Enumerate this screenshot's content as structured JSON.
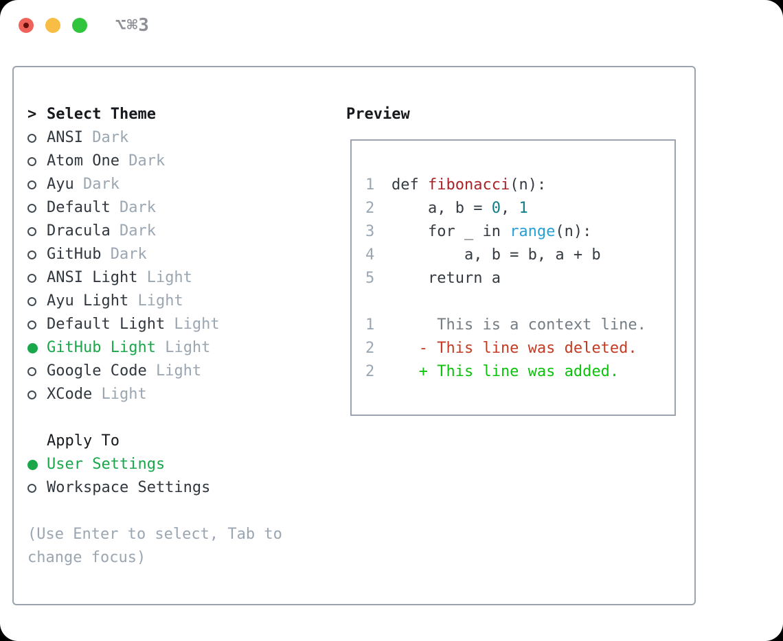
{
  "window": {
    "title": "⌥⌘3",
    "traffic_lights": [
      "close",
      "minimize",
      "zoom"
    ],
    "colors": {
      "close": "#f0635a",
      "minimize": "#f7bd45",
      "zoom": "#30c53c",
      "selection_green": "#19a74a",
      "border_gray": "#9aa3ae",
      "muted_gray": "#9aa6b2"
    }
  },
  "left": {
    "prompt": ">",
    "title": "Select Theme",
    "themes": [
      {
        "name": "ANSI",
        "variant": "Dark",
        "selected": false
      },
      {
        "name": "Atom One",
        "variant": "Dark",
        "selected": false
      },
      {
        "name": "Ayu",
        "variant": "Dark",
        "selected": false
      },
      {
        "name": "Default",
        "variant": "Dark",
        "selected": false
      },
      {
        "name": "Dracula",
        "variant": "Dark",
        "selected": false
      },
      {
        "name": "GitHub",
        "variant": "Dark",
        "selected": false
      },
      {
        "name": "ANSI Light",
        "variant": "Light",
        "selected": false
      },
      {
        "name": "Ayu Light",
        "variant": "Light",
        "selected": false
      },
      {
        "name": "Default Light",
        "variant": "Light",
        "selected": false
      },
      {
        "name": "GitHub Light",
        "variant": "Light",
        "selected": true
      },
      {
        "name": "Google Code",
        "variant": "Light",
        "selected": false
      },
      {
        "name": "XCode",
        "variant": "Light",
        "selected": false
      }
    ],
    "apply_title": "Apply To",
    "apply_options": [
      {
        "name": "User Settings",
        "selected": true
      },
      {
        "name": "Workspace Settings",
        "selected": false
      }
    ],
    "hint_line1": "(Use Enter to select, Tab to",
    "hint_line2": "change focus)"
  },
  "preview": {
    "title": "Preview",
    "lines": [
      {
        "num": "1",
        "segments": [
          {
            "text": "def ",
            "style": "fg"
          },
          {
            "text": "fibonacci",
            "style": "func"
          },
          {
            "text": "(n):",
            "style": "fg"
          }
        ]
      },
      {
        "num": "2",
        "segments": [
          {
            "text": "    a, b = ",
            "style": "fg"
          },
          {
            "text": "0",
            "style": "number"
          },
          {
            "text": ", ",
            "style": "fg"
          },
          {
            "text": "1",
            "style": "number"
          }
        ]
      },
      {
        "num": "3",
        "segments": [
          {
            "text": "    for _ in ",
            "style": "fg"
          },
          {
            "text": "range",
            "style": "builtin"
          },
          {
            "text": "(n):",
            "style": "fg"
          }
        ]
      },
      {
        "num": "4",
        "segments": [
          {
            "text": "        a, b = b, a + b",
            "style": "fg"
          }
        ]
      },
      {
        "num": "5",
        "segments": [
          {
            "text": "    return a",
            "style": "fg"
          }
        ]
      },
      {
        "num": "",
        "segments": []
      },
      {
        "num": "1",
        "segments": [
          {
            "text": "     This is a context line.",
            "style": "context"
          }
        ]
      },
      {
        "num": "2",
        "segments": [
          {
            "text": "   - This line was deleted.",
            "style": "deleted"
          }
        ]
      },
      {
        "num": "2",
        "segments": [
          {
            "text": "   + This line was added.",
            "style": "added"
          }
        ]
      }
    ]
  }
}
